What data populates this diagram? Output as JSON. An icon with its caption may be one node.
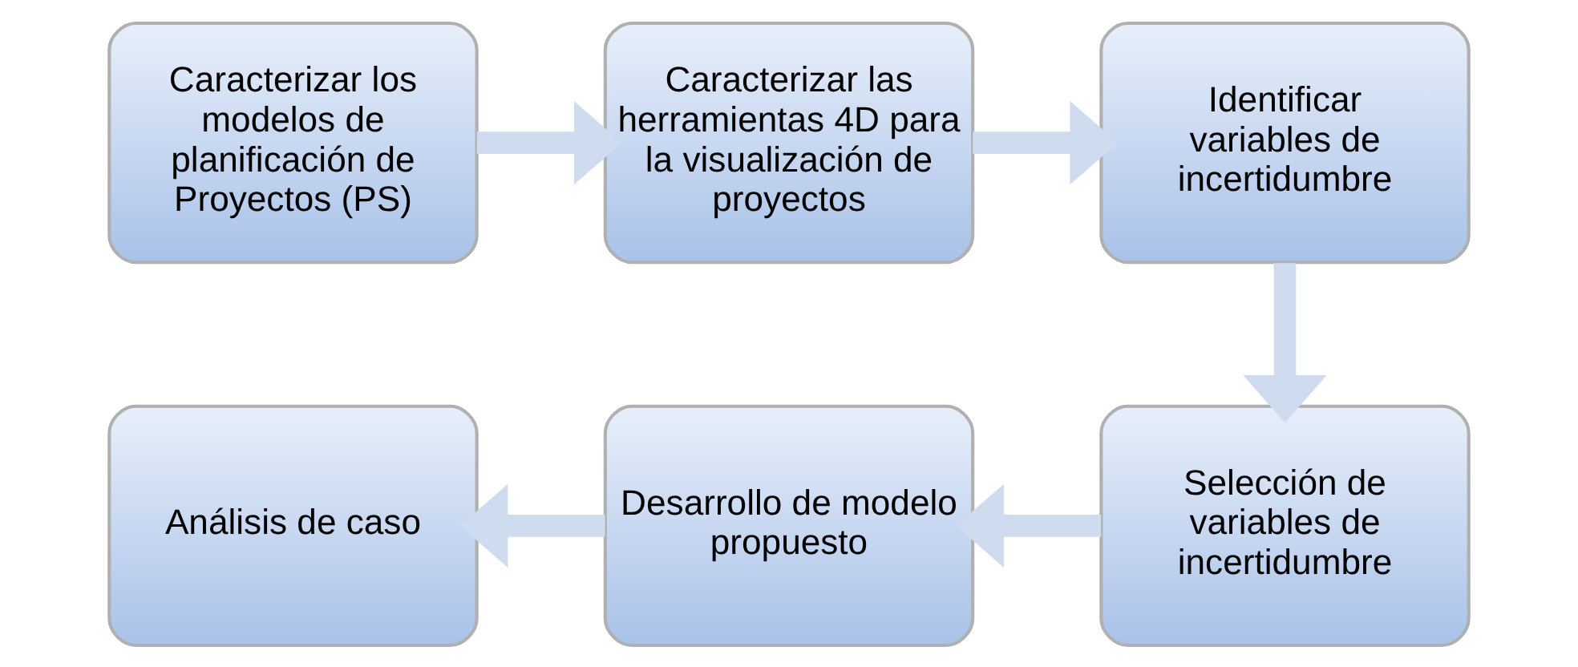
{
  "diagram": {
    "nodes": [
      {
        "text": [
          "Caracterizar los modelos de planificación de Proyectos (PS)"
        ]
      },
      {
        "text": [
          "Caracterizar las herramientas 4D para la visualización de proyectos"
        ]
      },
      {
        "text": [
          "Identificar variables de incertidumbre"
        ]
      },
      {
        "text": [
          "Análisis de caso"
        ]
      },
      {
        "text": [
          "Desarrollo de modelo propuesto"
        ]
      },
      {
        "text": [
          "Selección de variables de incertidumbre"
        ]
      }
    ],
    "edges": [
      {
        "from": 0,
        "to": 1,
        "arrow": "to"
      },
      {
        "from": 1,
        "to": 2,
        "arrow": "to"
      },
      {
        "from": 2,
        "to": 5,
        "arrow": "to"
      },
      {
        "from": 5,
        "to": 4,
        "arrow": "to"
      },
      {
        "from": 4,
        "to": 3,
        "arrow": "to"
      }
    ]
  }
}
